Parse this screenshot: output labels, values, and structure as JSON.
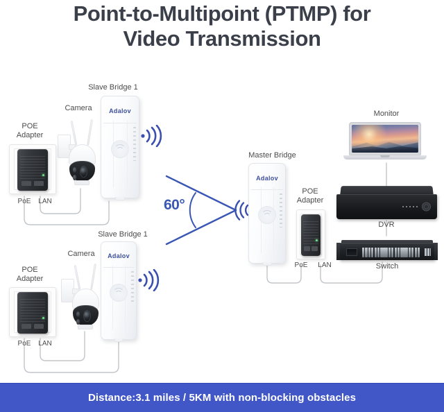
{
  "title": {
    "line1": "Point-to-Multipoint (PTMP) for",
    "line2": "Video Transmission"
  },
  "brand": "Adalov",
  "colors": {
    "accent_blue": "#3a57b5",
    "banner_bg": "#4257c7",
    "banner_text": "#ffffff",
    "title_text": "#3a3f4a",
    "label_text": "#4b4b4b",
    "device_dark": "#202225"
  },
  "angle_marker": {
    "value": "60°",
    "name": "beam-angle"
  },
  "nodes": {
    "slave1": {
      "bridge_label": "Slave Bridge 1",
      "camera_label": "Camera",
      "poe_label_line1": "POE",
      "poe_label_line2": "Adapter",
      "port_poe": "PoE",
      "port_lan": "LAN"
    },
    "slave2": {
      "bridge_label": "Slave Bridge 1",
      "camera_label": "Camera",
      "poe_label_line1": "POE",
      "poe_label_line2": "Adapter",
      "port_poe": "PoE",
      "port_lan": "LAN"
    },
    "master": {
      "bridge_label": "Master Bridge",
      "poe_label_line1": "POE",
      "poe_label_line2": "Adapter",
      "port_poe": "PoE",
      "port_lan": "LAN"
    },
    "headend": {
      "monitor_label": "Monitor",
      "dvr_label": "DVR",
      "switch_label": "Switch"
    }
  },
  "banner": {
    "text": "Distance:3.1 miles / 5KM with non-blocking obstacles"
  }
}
